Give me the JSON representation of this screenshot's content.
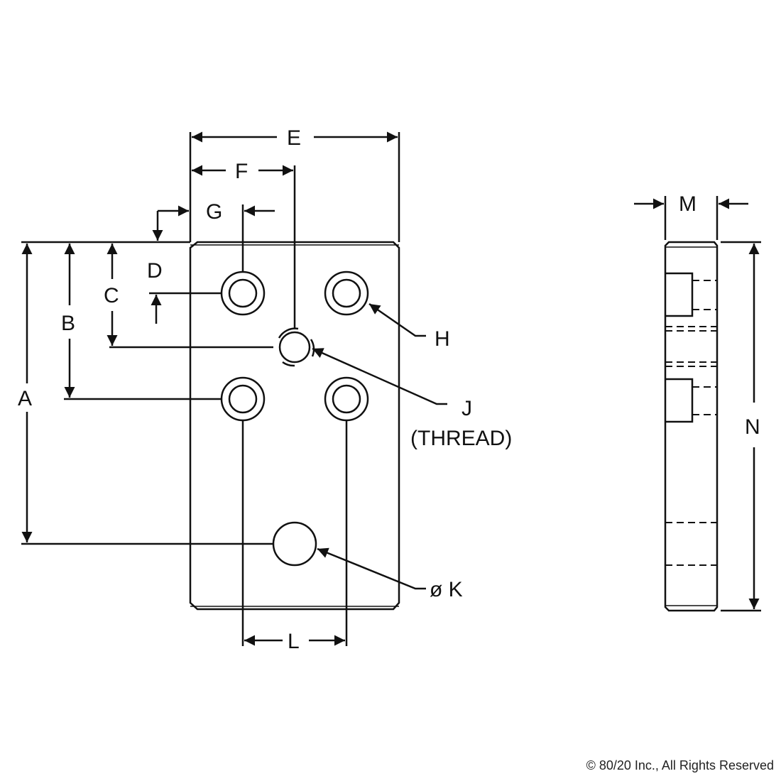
{
  "drawing": {
    "title": "Plate technical drawing",
    "stroke_color": "#111111",
    "front_view": {
      "dimensions": {
        "A": "A",
        "B": "B",
        "C": "C",
        "D": "D",
        "E": "E",
        "F": "F",
        "G": "G",
        "L": "L"
      },
      "callouts": {
        "H": "H",
        "J": "J",
        "J_note": "(THREAD)",
        "K": "ø K"
      }
    },
    "side_view": {
      "dimensions": {
        "M": "M",
        "N": "N"
      }
    }
  },
  "footer": {
    "copyright": "© 80/20 Inc., All Rights Reserved"
  }
}
